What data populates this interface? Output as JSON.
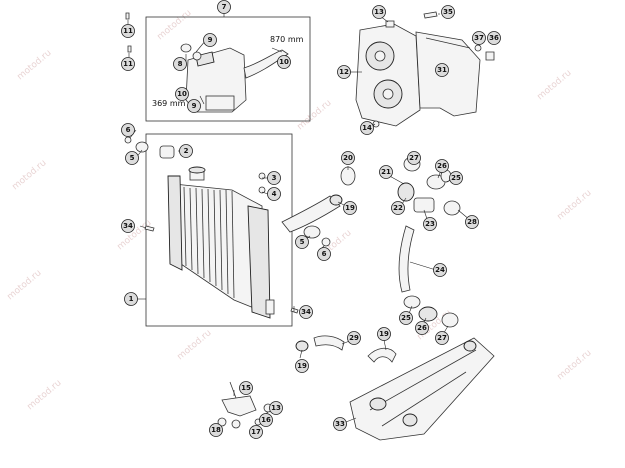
{
  "diagram": {
    "watermark": "motod.ru",
    "dimensions": {
      "length_a": "870 mm",
      "length_b": "369 mm"
    },
    "callouts": [
      "1",
      "2",
      "3",
      "4",
      "5",
      "6",
      "7",
      "8",
      "9",
      "10",
      "11",
      "12",
      "13",
      "14",
      "15",
      "16",
      "17",
      "18",
      "19",
      "20",
      "21",
      "22",
      "23",
      "24",
      "25",
      "26",
      "27",
      "28",
      "29",
      "31",
      "33",
      "34",
      "35",
      "36",
      "37"
    ]
  }
}
